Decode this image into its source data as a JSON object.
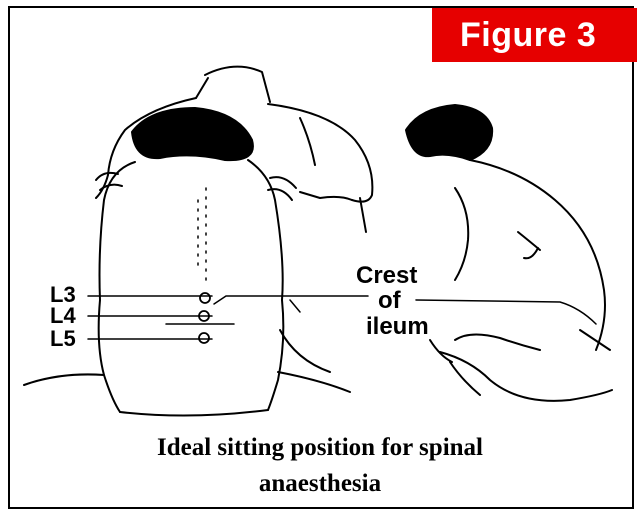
{
  "figure_label": "Figure 3",
  "labels": {
    "l3": "L3",
    "l4": "L4",
    "l5": "L5",
    "crest_line1": "Crest",
    "crest_line2": "of",
    "crest_line3": "ileum"
  },
  "caption": {
    "line1": "Ideal sitting position for spinal",
    "line2": "anaesthesia"
  },
  "colors": {
    "badge": "#e60000",
    "ink": "#000000"
  }
}
